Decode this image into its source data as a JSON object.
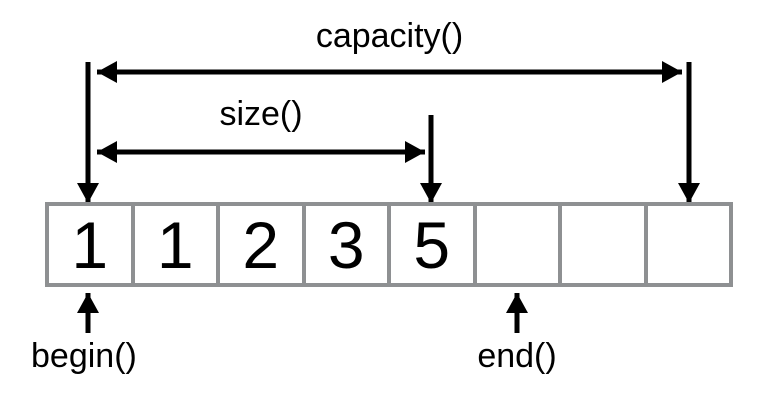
{
  "colors": {
    "background": "#ffffff",
    "arrow": "#000000",
    "cell_border": "#8e9092",
    "text": "#000000"
  },
  "labels": {
    "capacity": "capacity()",
    "size": "size()",
    "begin": "begin()",
    "end": "end()"
  },
  "vector": {
    "cells": [
      "1",
      "1",
      "2",
      "3",
      "5",
      "",
      "",
      ""
    ]
  }
}
